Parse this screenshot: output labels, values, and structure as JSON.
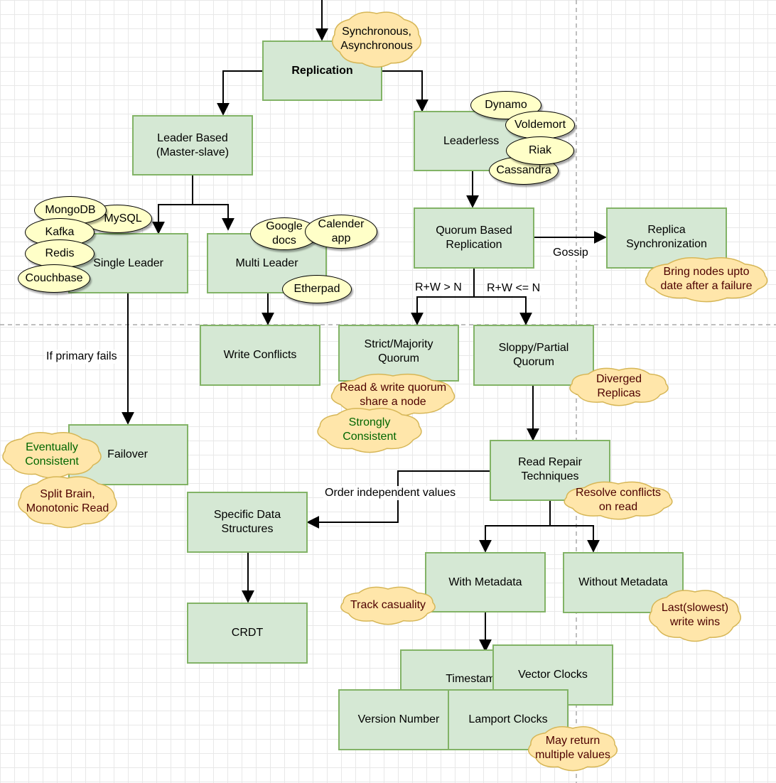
{
  "colors": {
    "node_fill": "#d5e8d4",
    "node_border": "#82b366",
    "ellipse_fill": "#ffffc8",
    "cloud_fill": "#ffe6aa",
    "cloud_border": "#d6b656",
    "text_dark_red": "#4d0000",
    "text_green": "#006600"
  },
  "nodes": {
    "replication": "Replication",
    "leader_based": "Leader Based\n(Master-slave)",
    "leaderless": "Leaderless",
    "single_leader": "Single Leader",
    "multi_leader": "Multi Leader",
    "quorum_based": "Quorum Based\nReplication",
    "replica_sync": "Replica\nSynchronization",
    "write_conflicts": "Write Conflicts",
    "strict_quorum": "Strict/Majority\nQuorum",
    "sloppy_quorum": "Sloppy/Partial\nQuorum",
    "failover": "Failover",
    "read_repair": "Read Repair\nTechniques",
    "specific_ds": "Specific Data\nStructures",
    "with_metadata": "With Metadata",
    "without_metadata": "Without Metadata",
    "crdt": "CRDT",
    "timestamp": "Timestamp",
    "vector_clocks": "Vector Clocks",
    "version_number": "Version Number",
    "lamport_clocks": "Lamport Clocks"
  },
  "ellipses": {
    "dynamo": "Dynamo",
    "voldemort": "Voldemort",
    "riak": "Riak",
    "cassandra": "Cassandra",
    "mongodb": "MongoDB",
    "mysql": "MySQL",
    "kafka": "Kafka",
    "redis": "Redis",
    "couchbase": "Couchbase",
    "google_docs": "Google\ndocs",
    "calender_app": "Calender\napp",
    "etherpad": "Etherpad"
  },
  "clouds": {
    "sync_async": "Synchronous,\nAsynchronous",
    "bring_nodes": "Bring nodes upto\ndate after a failure",
    "read_write_share": "Read & write quorum\nshare a node",
    "strongly_consistent": "Strongly\nConsistent",
    "diverged_replicas": "Diverged\nReplicas",
    "eventually_consistent": "Eventually\nConsistent",
    "split_brain": "Split Brain,\nMonotonic Read",
    "resolve_conflicts": "Resolve conflicts\non read",
    "track_casuality": "Track casuality",
    "last_write_wins": "Last(slowest)\nwrite wins",
    "may_return": "May return\nmultiple values"
  },
  "edge_labels": {
    "gossip": "Gossip",
    "rw_gt_n": "R+W > N",
    "rw_le_n": "R+W <= N",
    "if_primary_fails": "If primary fails",
    "order_independent": "Order independent values"
  }
}
